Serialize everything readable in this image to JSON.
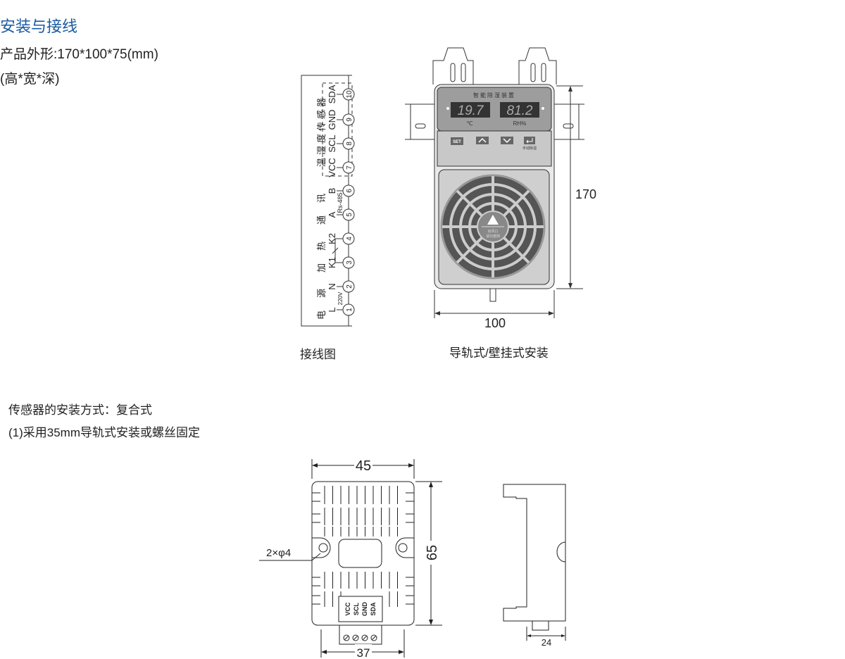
{
  "title": "安装与接线",
  "spec": {
    "line1": "产品外形:170*100*75(mm)",
    "line2": "(高*宽*深)"
  },
  "wiring": {
    "caption": "接线图",
    "terminals": [
      {
        "num": "1",
        "code": "L"
      },
      {
        "num": "2",
        "code": "N"
      },
      {
        "num": "3",
        "code": "K1"
      },
      {
        "num": "4",
        "code": "K2"
      },
      {
        "num": "5",
        "code": "A"
      },
      {
        "num": "6",
        "code": "B"
      },
      {
        "num": "7",
        "code": "VCC"
      },
      {
        "num": "8",
        "code": "SCL"
      },
      {
        "num": "9",
        "code": "GND"
      },
      {
        "num": "10",
        "code": "SDA"
      }
    ],
    "groups": {
      "power": "电源",
      "heat": "加热",
      "comm": "通讯",
      "sensor": "温湿度传感器"
    },
    "voltage": "220V",
    "bus": "Rs-485"
  },
  "device": {
    "caption": "导轨式/壁挂式安装",
    "panel_title": "智能除湿装置",
    "temperature": "19.7",
    "temp_unit": "℃",
    "humidity": "81.2",
    "hum_unit": "RH%",
    "btn_set": "SET",
    "btn_manual": "手动除湿",
    "fan_label1": "出风口",
    "fan_label2": "请勿遮挡",
    "dim_height": "170",
    "dim_width": "100"
  },
  "sensor": {
    "mount_type": "传感器的安装方式：复合式",
    "mount_desc": "(1)采用35mm导轨式安装或螺丝固定",
    "dim_width": "45",
    "dim_height": "65",
    "dim_base": "37",
    "dim_depth": "24",
    "holes": "2×φ4",
    "pins": [
      "VCC",
      "SCL",
      "GND",
      "SDA"
    ]
  }
}
